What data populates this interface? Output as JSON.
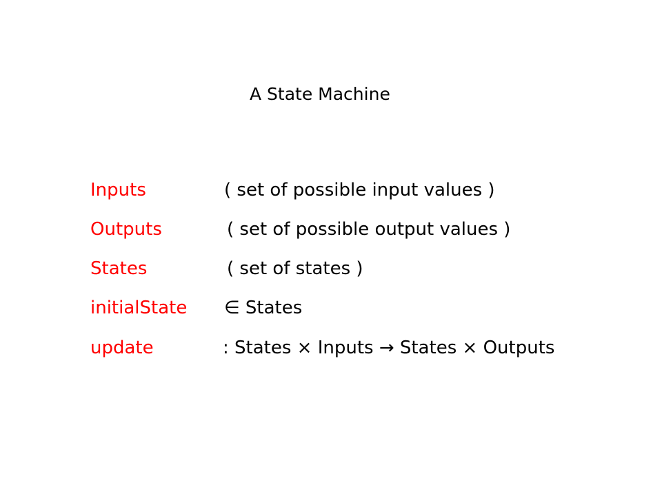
{
  "slide": {
    "title": "A State Machine",
    "colors": {
      "term": "#ff0000",
      "text": "#000000",
      "background": "#ffffff"
    },
    "definitions": [
      {
        "term": "Inputs",
        "definition": "( set of possible input values )"
      },
      {
        "term": "Outputs",
        "definition": "( set of possible output values )"
      },
      {
        "term": "States",
        "definition": "( set of states )"
      },
      {
        "term": "initialState",
        "definition": "∈ States"
      },
      {
        "term": "update",
        "definition": ":  States × Inputs  →  States × Outputs"
      }
    ]
  }
}
